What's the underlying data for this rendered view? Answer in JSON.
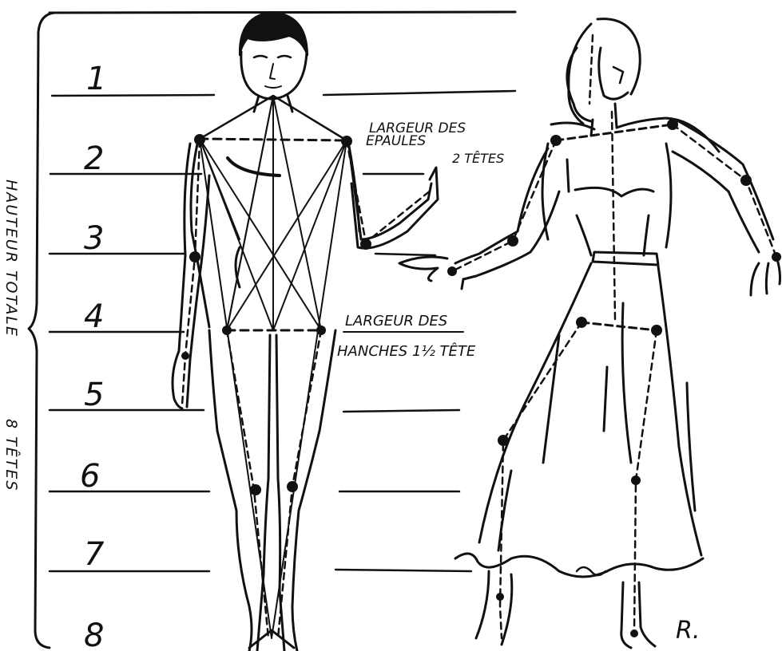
{
  "scale": {
    "numbers": [
      "1",
      "2",
      "3",
      "4",
      "5",
      "6",
      "7",
      "8"
    ]
  },
  "side_label": {
    "text": "HAUTEUR TOTALE",
    "count": "8 TÊTES"
  },
  "annotations": {
    "shoulders_line1": "LARGEUR DES",
    "shoulders_line2": "EPAULES",
    "shoulders_line3": "2 TÊTES",
    "hips_line1": "LARGEUR DES",
    "hips_line2": "HANCHES 1½ TÊTE"
  },
  "signature": "R.",
  "colors": {
    "ink": "#111111",
    "paper": "#ffffff"
  }
}
